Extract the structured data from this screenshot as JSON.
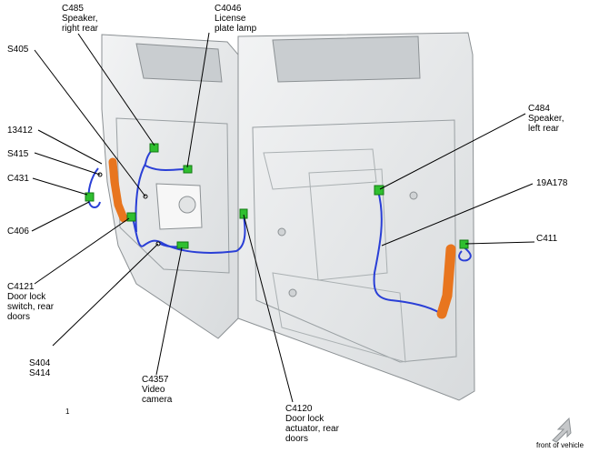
{
  "labels": {
    "c485": [
      "C485",
      "Speaker,",
      "right rear"
    ],
    "s405": [
      "S405"
    ],
    "l13412": [
      "13412"
    ],
    "s415": [
      "S415"
    ],
    "c431": [
      "C431"
    ],
    "c406": [
      "C406"
    ],
    "c4121": [
      "C4121",
      "Door lock",
      "switch, rear",
      "doors"
    ],
    "s404_s414": [
      "S404",
      "S414"
    ],
    "c4357": [
      "C4357",
      "Video",
      "camera"
    ],
    "c4046": [
      "C4046",
      "License",
      "plate lamp"
    ],
    "c484": [
      "C484",
      "Speaker,",
      "left rear"
    ],
    "l19a178": [
      "19A178"
    ],
    "c411": [
      "C411"
    ],
    "c4120": [
      "C4120",
      "Door lock",
      "actuator, rear",
      "doors"
    ],
    "page_mark": "1"
  },
  "direction": {
    "text": "front of vehicle",
    "icon": "arrow-down-left-icon"
  },
  "colors": {
    "harness_wire": "#2a3fd6",
    "conduit": "#e8751e",
    "connector": "#2fbf2f",
    "door_panel": "#e4e6e7",
    "panel_outline": "#8c9194"
  }
}
